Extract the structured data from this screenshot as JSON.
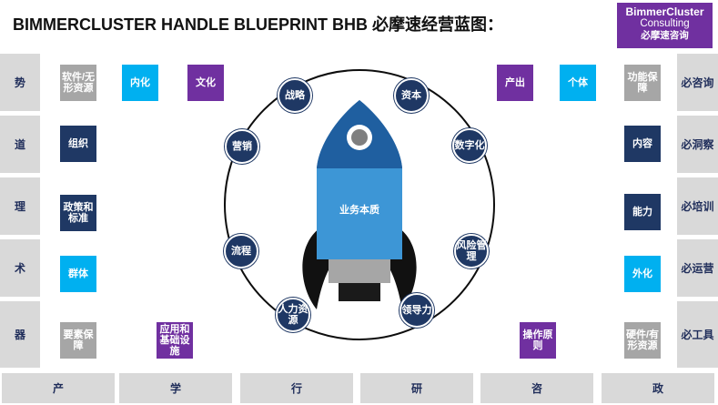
{
  "header": {
    "title": "BIMMERCLUSTER HANDLE BLUEPRINT BHB 必摩速经营蓝图："
  },
  "logo": {
    "line1": "BimmerCluster",
    "line2": "Consulting",
    "line3": "必摩速咨询"
  },
  "left_column": [
    "势",
    "道",
    "理",
    "术",
    "器"
  ],
  "right_column": [
    "必咨询",
    "必洞察",
    "必培训",
    "必运营",
    "必工具"
  ],
  "bottom_row": [
    "产",
    "学",
    "行",
    "研",
    "咨",
    "政"
  ],
  "boxes": {
    "software": "软件/无形资源",
    "internalize": "内化",
    "culture": "文化",
    "organization": "组织",
    "policy": "政策和标准",
    "community": "群体",
    "elements": "要素保障",
    "infrastructure": "应用和基础设施",
    "output": "产出",
    "individual": "个体",
    "function": "功能保障",
    "content": "内容",
    "capability": "能力",
    "externalize": "外化",
    "operation": "操作原则",
    "hardware": "硬件/有形资源"
  },
  "circle_nodes": {
    "strategy": "战略",
    "capital": "资本",
    "marketing": "营销",
    "digital": "数字化",
    "process": "流程",
    "risk": "风险管理",
    "human": "人力资源",
    "leadership": "领导力"
  },
  "core": {
    "label": "业务本质"
  },
  "colors": {
    "navy": "#1f3864",
    "cyan": "#00b0f0",
    "purple": "#7030a0",
    "grey": "#a6a6a6",
    "panel": "#d9d9d9"
  }
}
